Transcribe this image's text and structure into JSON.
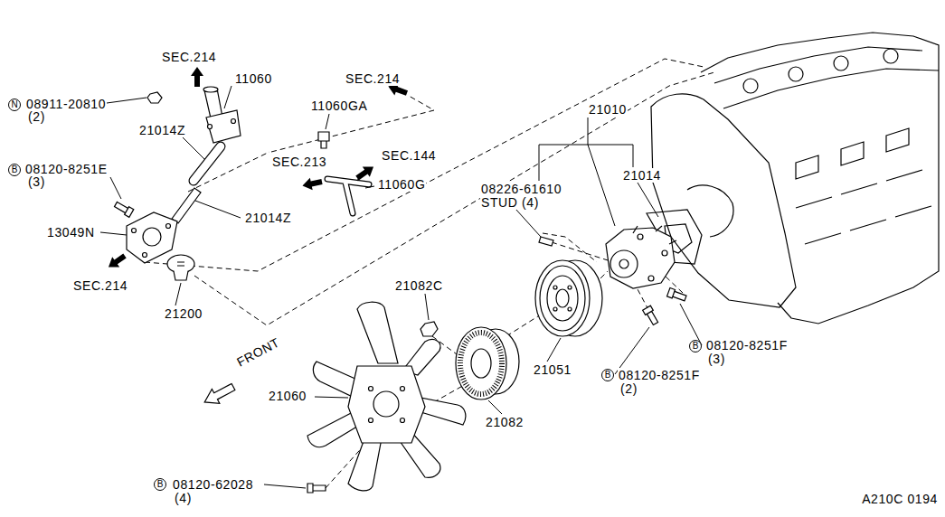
{
  "diagram": {
    "nodes": [
      {
        "text": [
          "N"
        ]
      },
      {
        "text": [
          "B"
        ]
      },
      {
        "text": [
          "B"
        ]
      },
      {
        "text": [
          "B"
        ]
      },
      {
        "text": [
          "B"
        ]
      }
    ],
    "labels": [
      "SEC.214",
      "11060",
      "SEC.214",
      "08911-20810",
      "(2)",
      "11060GA",
      "21014Z",
      "21010",
      "SEC.213",
      "SEC.144",
      "08120-8251E",
      "(3)",
      "11060G",
      "21014",
      "08226-61610",
      "STUD (4)",
      "13049N",
      "21014Z",
      "SEC.214",
      "21082C",
      "08120-8251F",
      "(3)",
      "21200",
      "08120-8251F",
      "(2)",
      "FRONT",
      "21060",
      "21051",
      "21082",
      "08120-62028",
      "(4)",
      "A210C 0194"
    ]
  }
}
